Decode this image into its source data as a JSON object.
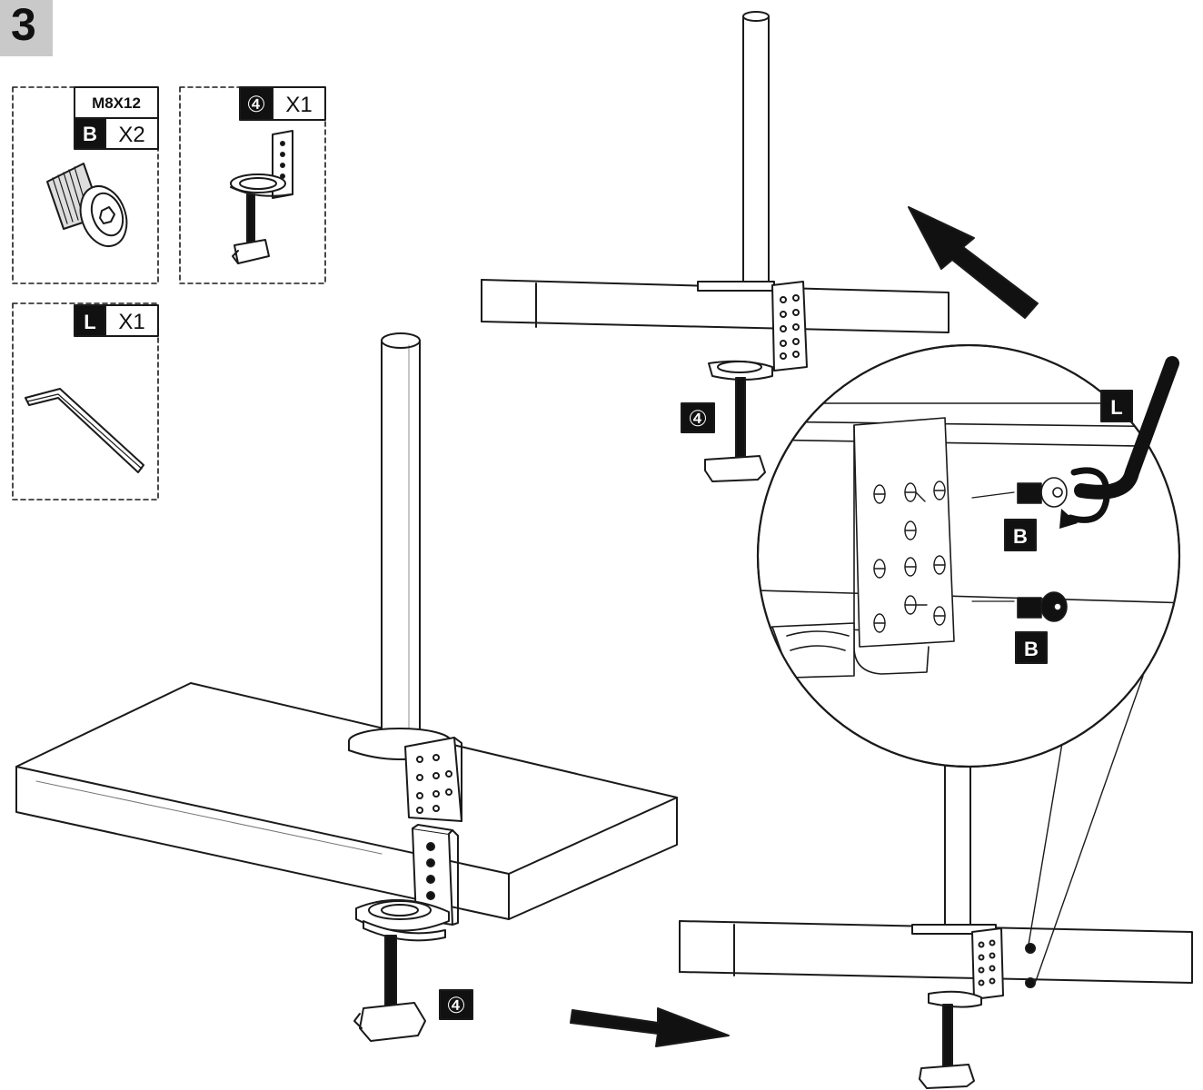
{
  "step_number": "3",
  "parts": [
    {
      "id": "screw",
      "spec": "M8X12",
      "letter": "B",
      "qty": "X2"
    },
    {
      "id": "clamp",
      "number": "④",
      "qty": "X1"
    },
    {
      "id": "hex-key",
      "letter": "L",
      "qty": "X1"
    }
  ],
  "callouts": {
    "clamp_top": "④",
    "clamp_bottom": "④",
    "hex_key": "L",
    "screw_upper": "B",
    "screw_lower": "B"
  },
  "colors": {
    "line": "#1a1a1a",
    "fill": "#ffffff",
    "label_bg": "#111111",
    "badge_bg": "#c9c9c9"
  }
}
